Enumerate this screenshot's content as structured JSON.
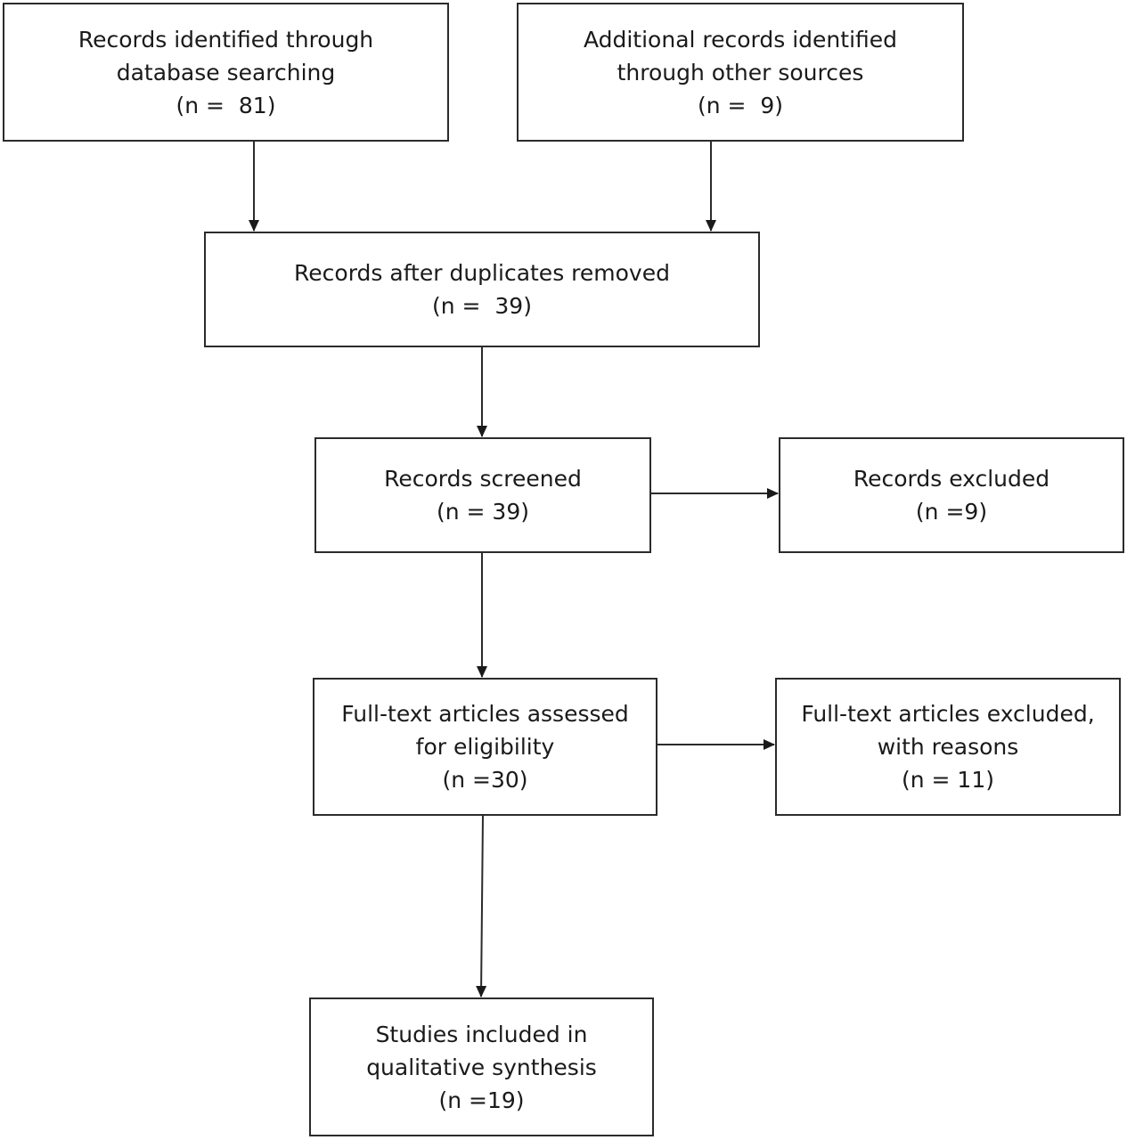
{
  "boxes": {
    "identified_db": {
      "line1": "Records identified through",
      "line2": "database searching",
      "count": "(n =  81)"
    },
    "identified_other": {
      "line1": "Additional records identified",
      "line2": "through other sources",
      "count": "(n =  9)"
    },
    "after_duplicates": {
      "line1": "Records after duplicates removed",
      "count": "(n =  39)"
    },
    "screened": {
      "line1": "Records screened",
      "count": "(n = 39)"
    },
    "excluded": {
      "line1": "Records excluded",
      "count": "(n =9)"
    },
    "fulltext_assessed": {
      "line1": "Full-text articles assessed",
      "line2": "for eligibility",
      "count": "(n =30)"
    },
    "fulltext_excluded": {
      "line1": "Full-text articles excluded,",
      "line2": "with reasons",
      "count": "(n = 11)"
    },
    "included": {
      "line1": "Studies included in",
      "line2": "qualitative synthesis",
      "count": "(n =19)"
    }
  }
}
